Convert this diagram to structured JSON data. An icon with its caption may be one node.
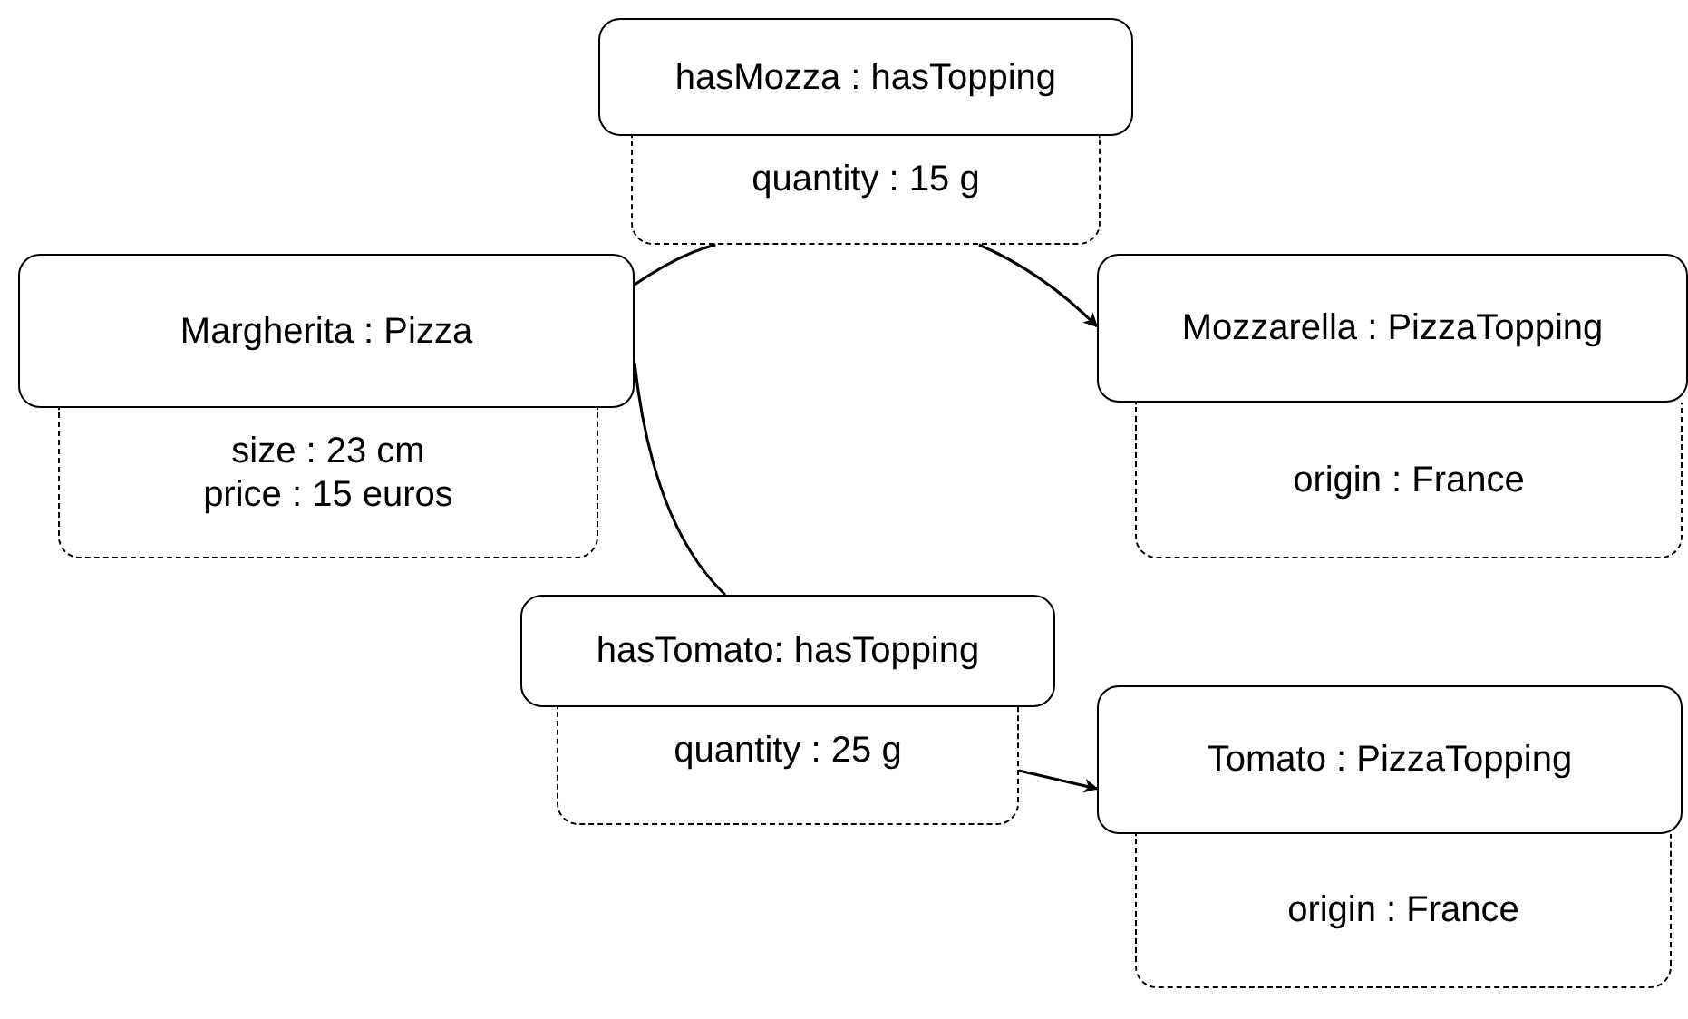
{
  "diagram": {
    "nodes": [
      {
        "text": [
          "Margherita : Pizza"
        ]
      },
      {
        "text": [
          "size : 23 cm",
          "price : 15 euros"
        ]
      },
      {
        "text": [
          "hasMozza : hasTopping"
        ]
      },
      {
        "text": [
          "quantity : 15 g"
        ]
      },
      {
        "text": [
          "Mozzarella : PizzaTopping"
        ]
      },
      {
        "text": [
          "origin : France"
        ]
      },
      {
        "text": [
          "hasTomato: hasTopping"
        ]
      },
      {
        "text": [
          "quantity : 25 g"
        ]
      },
      {
        "text": [
          "Tomato : PizzaTopping"
        ]
      },
      {
        "text": [
          "origin : France"
        ]
      }
    ],
    "edges": [
      {
        "from": 0,
        "to": 3,
        "arrow": "none"
      },
      {
        "from": 3,
        "to": 4,
        "arrow": "to"
      },
      {
        "from": 0,
        "to": 6,
        "arrow": "none"
      },
      {
        "from": 7,
        "to": 8,
        "arrow": "to"
      }
    ]
  }
}
